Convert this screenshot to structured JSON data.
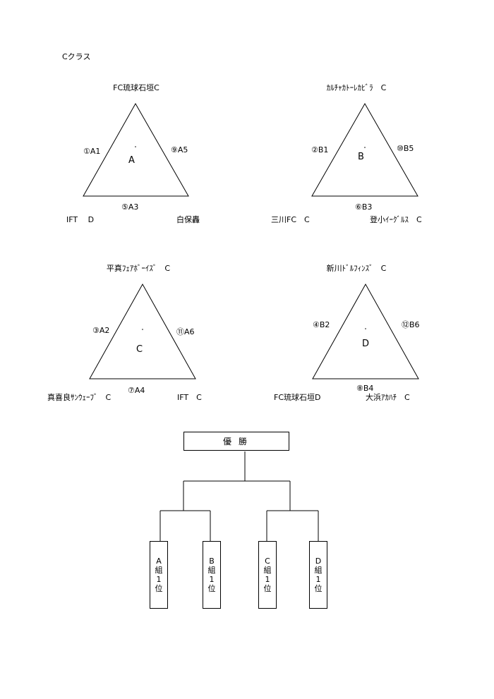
{
  "title": "Cクラス",
  "groups": [
    {
      "letter": "A",
      "top": "FC琉球石垣C",
      "bottom_left": "IFT　 D",
      "bottom_right": "白保轟",
      "edge_left": "①A1",
      "edge_right": "⑨A5",
      "edge_bottom": "⑤A3"
    },
    {
      "letter": "B",
      "top": "ｶﾙﾁｬｶﾄｰﾚｶﾋﾞﾗ　C",
      "bottom_left": "三川FC　C",
      "bottom_right": "登小ｲｰｸﾞﾙｽ　C",
      "edge_left": "②B1",
      "edge_right": "⑩B5",
      "edge_bottom": "⑥B3"
    },
    {
      "letter": "C",
      "top": "平真ﾌｪｱﾎﾞｰｲｽﾞ　C",
      "bottom_left": "真喜良ｻﾝｳｪｰﾌﾞ　C",
      "bottom_right": "IFT　C",
      "edge_left": "③A2",
      "edge_right": "⑪A6",
      "edge_bottom": "⑦A4"
    },
    {
      "letter": "D",
      "top": "新川ﾄﾞﾙﾌｨﾝｽﾞ　C",
      "bottom_left": "FC琉球石垣D",
      "bottom_right": "大浜ｱｶﾊﾁ　C",
      "edge_left": "④B2",
      "edge_right": "⑫B6",
      "edge_bottom": "⑧B4"
    }
  ],
  "bracket": {
    "winner": "優勝",
    "slots": [
      [
        "A",
        "組",
        "1",
        "位"
      ],
      [
        "B",
        "組",
        "1",
        "位"
      ],
      [
        "C",
        "組",
        "1",
        "位"
      ],
      [
        "D",
        "組",
        "1",
        "位"
      ]
    ]
  }
}
